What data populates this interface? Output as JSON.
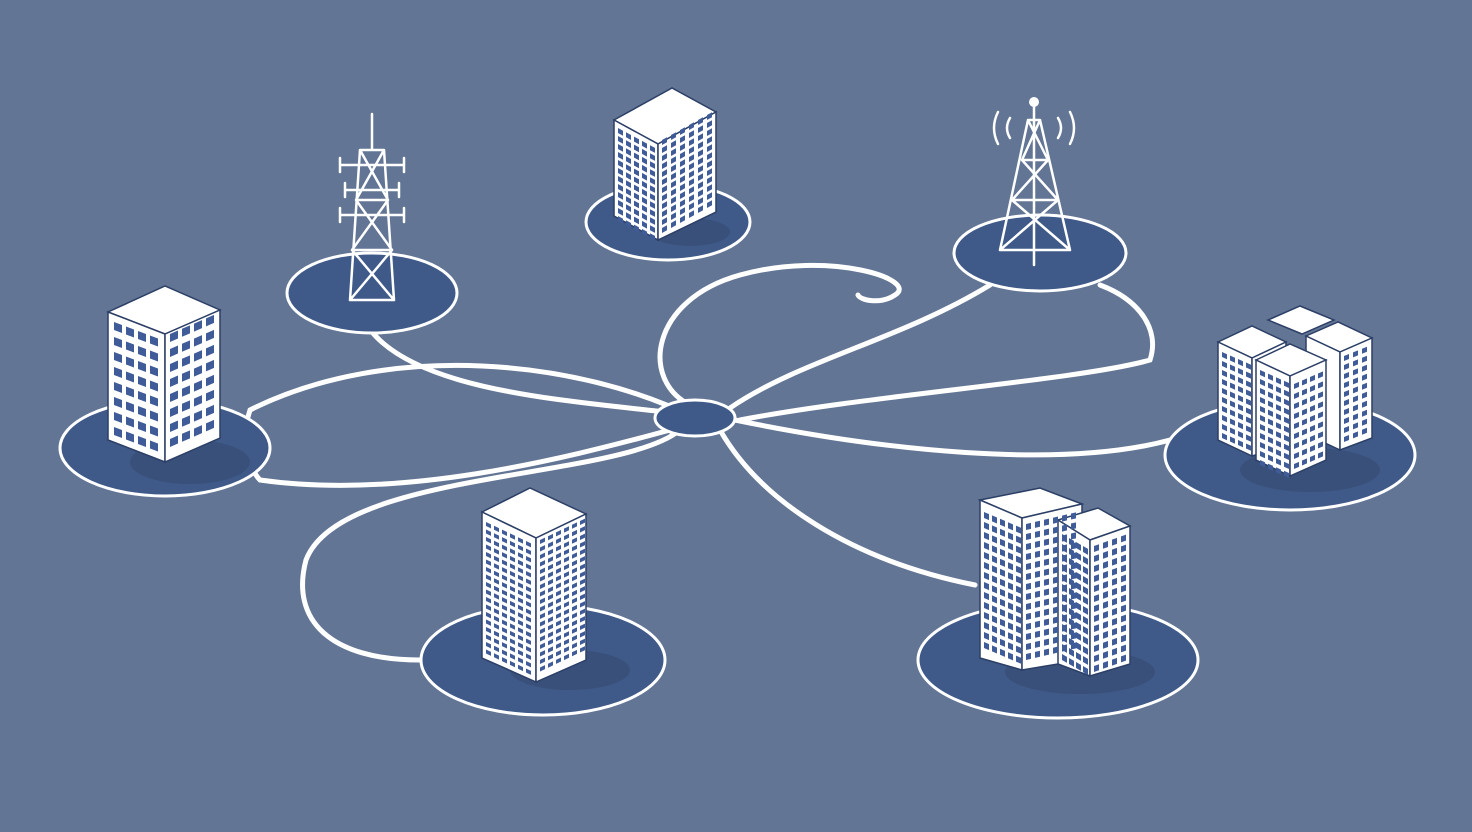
{
  "diagram": {
    "type": "network",
    "hub": {
      "id": "hub"
    },
    "nodes": [
      {
        "id": "office-left",
        "icon": "office-building-icon"
      },
      {
        "id": "tower-left",
        "icon": "lattice-tower-icon"
      },
      {
        "id": "tower-building-top",
        "icon": "office-building-icon"
      },
      {
        "id": "antenna-right",
        "icon": "broadcast-antenna-icon"
      },
      {
        "id": "building-cluster-right",
        "icon": "building-cluster-icon"
      },
      {
        "id": "twin-buildings-bottom",
        "icon": "twin-buildings-icon"
      },
      {
        "id": "tall-building-bottom",
        "icon": "tall-building-icon"
      }
    ],
    "edges": [
      [
        "hub",
        "office-left"
      ],
      [
        "hub",
        "tower-left"
      ],
      [
        "hub",
        "antenna-right"
      ],
      [
        "hub",
        "building-cluster-right"
      ],
      [
        "hub",
        "twin-buildings-bottom"
      ],
      [
        "hub",
        "tall-building-bottom"
      ]
    ]
  },
  "colors": {
    "background": "#627594",
    "pad": "#3f5a88",
    "line": "#ffffff",
    "window": "#3f5c99"
  }
}
